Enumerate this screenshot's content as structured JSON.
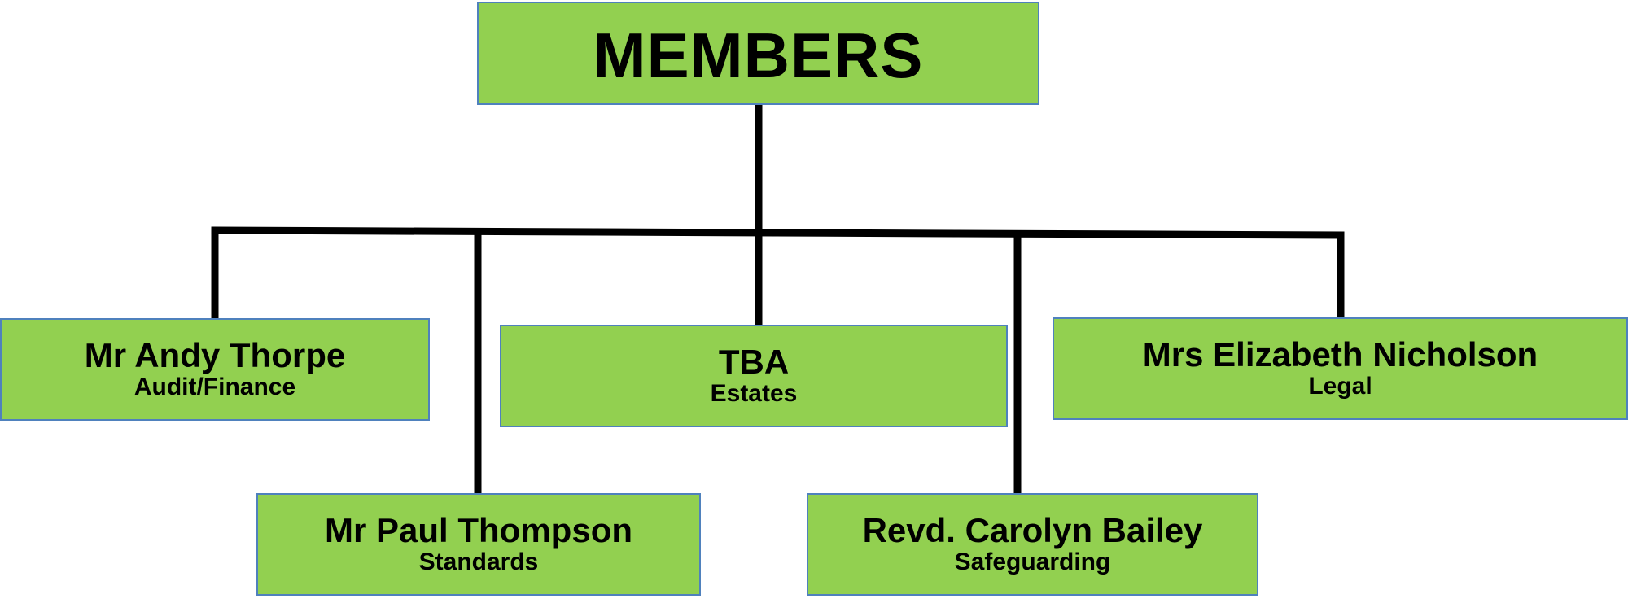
{
  "org_chart": {
    "root": {
      "title": "MEMBERS"
    },
    "members": [
      {
        "id": "thorpe",
        "name": "Mr Andy Thorpe",
        "role": "Audit/Finance"
      },
      {
        "id": "thompson",
        "name": "Mr Paul Thompson",
        "role": "Standards"
      },
      {
        "id": "tba",
        "name": "TBA",
        "role": "Estates"
      },
      {
        "id": "bailey",
        "name": "Revd. Carolyn Bailey",
        "role": "Safeguarding"
      },
      {
        "id": "nicholson",
        "name": "Mrs Elizabeth Nicholson",
        "role": "Legal"
      }
    ]
  },
  "colors": {
    "box_fill": "#92d050",
    "box_border": "#4f81bd",
    "connector": "#000000",
    "text": "#000000"
  }
}
